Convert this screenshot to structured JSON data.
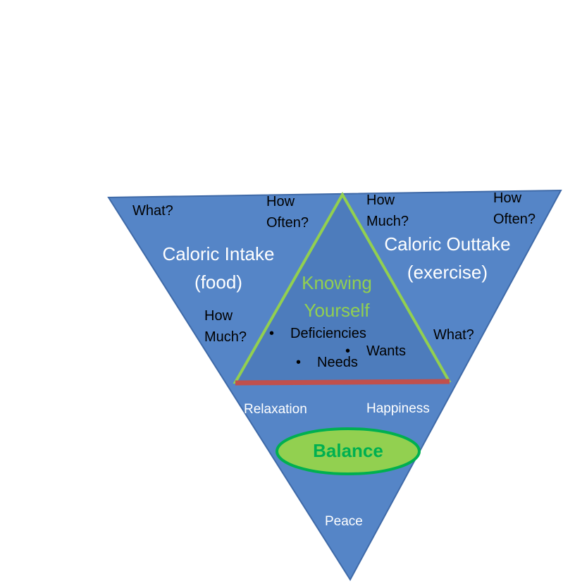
{
  "diagram": {
    "colors": {
      "outer_fill": "#5585c7",
      "outer_stroke": "#3f6aa8",
      "inner_fill": "#4d7cbc",
      "inner_stroke": "#92d050",
      "base_line": "#c0504d",
      "ellipse_fill": "#92d050",
      "ellipse_stroke": "#00b050"
    },
    "intake": {
      "title_line1": "Caloric Intake",
      "title_line2": "(food)",
      "what": "What?",
      "how_often_line1": "How",
      "how_often_line2": "Often?",
      "how_much_line1": "How",
      "how_much_line2": "Much?"
    },
    "outtake": {
      "title_line1": "Caloric Outtake",
      "title_line2": "(exercise)",
      "how_much_line1": "How",
      "how_much_line2": "Much?",
      "how_often_line1": "How",
      "how_often_line2": "Often?",
      "what": "What?"
    },
    "center": {
      "title_line1": "Knowing",
      "title_line2": "Yourself",
      "bullets": [
        "Deficiencies",
        "Wants",
        "Needs"
      ]
    },
    "lower": {
      "relaxation": "Relaxation",
      "happiness": "Happiness",
      "balance": "Balance",
      "peace": "Peace"
    }
  }
}
